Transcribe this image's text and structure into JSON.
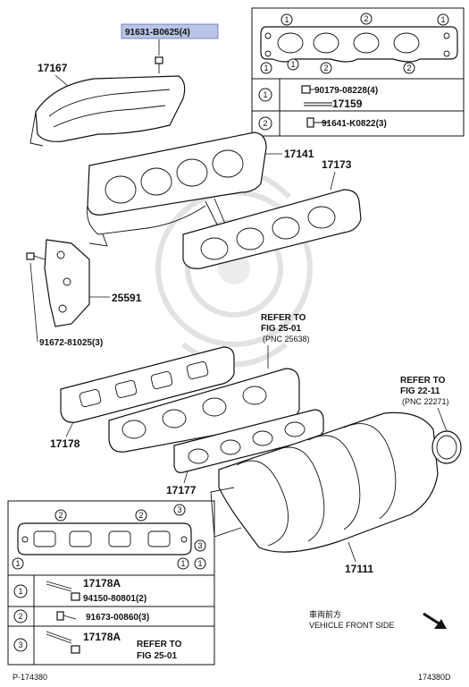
{
  "parts": {
    "p91631": "91631-B0625(4)",
    "p17167": "17167",
    "p17141": "17141",
    "p17173": "17173",
    "p25591": "25591",
    "p91672": "91672-81025(3)",
    "p17178": "17178",
    "p17177": "17177",
    "p17111": "17111"
  },
  "refers": {
    "fig2501": {
      "l1": "REFER TO",
      "l2": "FIG 25-01",
      "l3": "(PNC 25638)"
    },
    "fig2211": {
      "l1": "REFER TO",
      "l2": "FIG 22-11",
      "l3": "(PNC 22271)"
    }
  },
  "top_box": {
    "rows": [
      {
        "num": "1",
        "a": "90179-08228(4)",
        "b": "17159"
      },
      {
        "num": "2",
        "a": "91641-K0822(3)"
      }
    ],
    "gasket_markers": [
      "1",
      "2",
      "1",
      "1",
      "1",
      "2",
      "2"
    ]
  },
  "bottom_box": {
    "rows": [
      {
        "num": "1",
        "a": "17178A",
        "b": "94150-80801(2)"
      },
      {
        "num": "2",
        "a": "91673-00860(3)"
      },
      {
        "num": "3",
        "a": "17178A",
        "b": "REFER TO",
        "c": "FIG 25-01"
      }
    ],
    "gasket_markers": [
      "2",
      "2",
      "3",
      "1",
      "3",
      "1",
      "1"
    ]
  },
  "front_side": {
    "cn": "車両前方",
    "en": "VEHICLE FRONT SIDE"
  },
  "footer": {
    "left": "P-174380",
    "right": "174380D"
  }
}
